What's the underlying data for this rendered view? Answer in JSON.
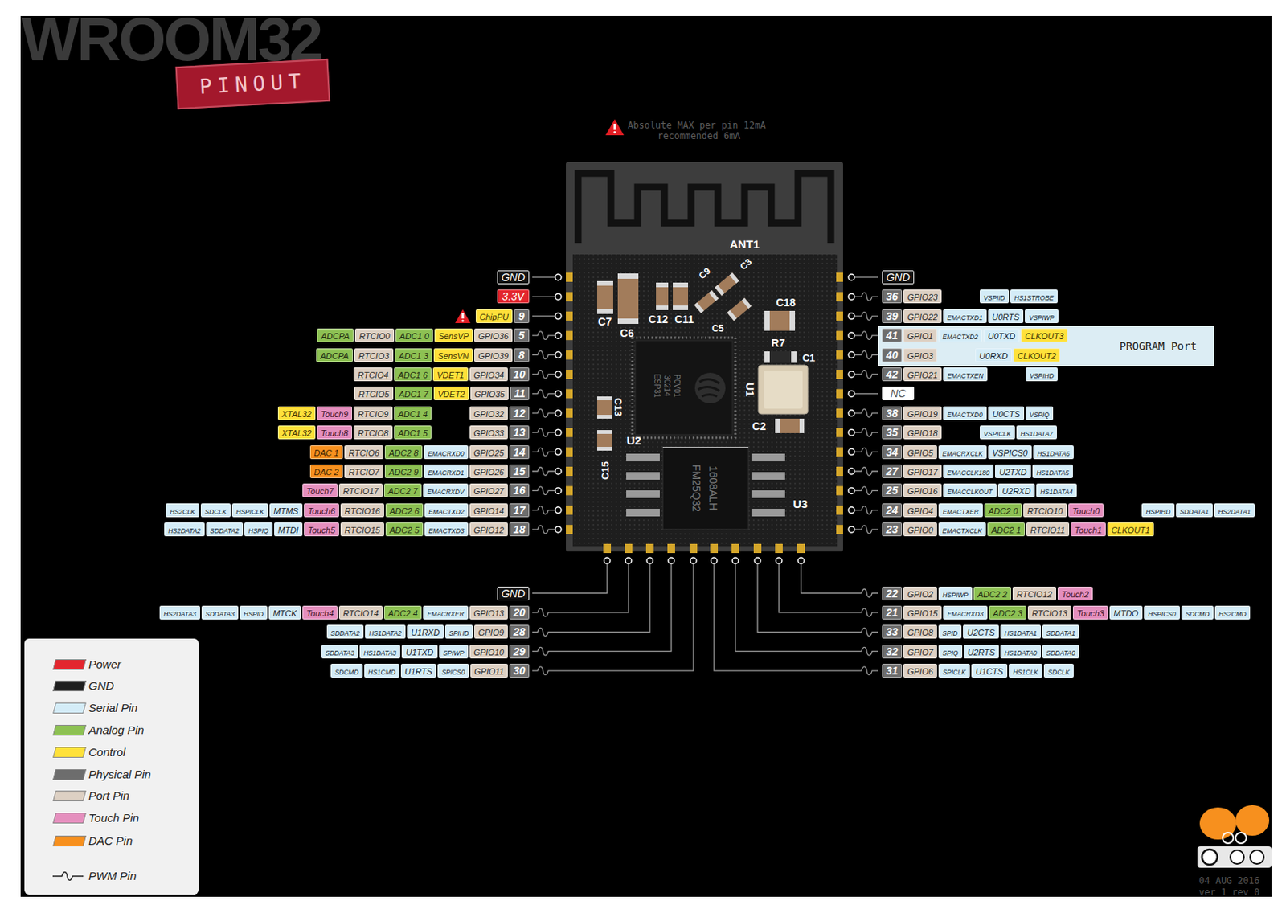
{
  "diagram": {
    "title": "WROOM32",
    "nodes": [
      {
        "text": [
          "PINOUT"
        ]
      },
      {
        "text": [
          "GND"
        ]
      },
      {
        "text": [
          "3.3V"
        ]
      },
      {
        "text": [
          "ChipPU"
        ]
      },
      {
        "text": [
          "9"
        ]
      },
      {
        "text": [
          "ADCPA"
        ]
      },
      {
        "text": [
          "RTCIO0"
        ]
      },
      {
        "text": [
          "ADC1 0"
        ]
      },
      {
        "text": [
          "SensVP"
        ]
      },
      {
        "text": [
          "GPIO36"
        ]
      },
      {
        "text": [
          "5"
        ]
      },
      {
        "text": [
          "ADCPA"
        ]
      },
      {
        "text": [
          "RTCIO3"
        ]
      },
      {
        "text": [
          "ADC1 3"
        ]
      },
      {
        "text": [
          "SensVN"
        ]
      },
      {
        "text": [
          "GPIO39"
        ]
      },
      {
        "text": [
          "8"
        ]
      },
      {
        "text": [
          "RTCIO4"
        ]
      },
      {
        "text": [
          "ADC1 6"
        ]
      },
      {
        "text": [
          "VDET1"
        ]
      },
      {
        "text": [
          "GPIO34"
        ]
      },
      {
        "text": [
          "10"
        ]
      },
      {
        "text": [
          "RTCIO5"
        ]
      },
      {
        "text": [
          "ADC1 7"
        ]
      },
      {
        "text": [
          "VDET2"
        ]
      },
      {
        "text": [
          "GPIO35"
        ]
      },
      {
        "text": [
          "11"
        ]
      },
      {
        "text": [
          "XTAL32"
        ]
      },
      {
        "text": [
          "Touch9"
        ]
      },
      {
        "text": [
          "RTCIO9"
        ]
      },
      {
        "text": [
          "ADC1 4"
        ]
      },
      {
        "text": [
          "GPIO32"
        ]
      },
      {
        "text": [
          "12"
        ]
      },
      {
        "text": [
          "XTAL32"
        ]
      },
      {
        "text": [
          "Touch8"
        ]
      },
      {
        "text": [
          "RTCIO8"
        ]
      },
      {
        "text": [
          "ADC1 5"
        ]
      },
      {
        "text": [
          "GPIO33"
        ]
      },
      {
        "text": [
          "13"
        ]
      },
      {
        "text": [
          "DAC 1"
        ]
      },
      {
        "text": [
          "RTCIO6"
        ]
      },
      {
        "text": [
          "ADC2 8"
        ]
      },
      {
        "text": [
          "EMACRXD0"
        ]
      },
      {
        "text": [
          "GPIO25"
        ]
      },
      {
        "text": [
          "14"
        ]
      },
      {
        "text": [
          "DAC 2"
        ]
      },
      {
        "text": [
          "RTCIO7"
        ]
      },
      {
        "text": [
          "ADC2 9"
        ]
      },
      {
        "text": [
          "EMACRXD1"
        ]
      },
      {
        "text": [
          "GPIO26"
        ]
      },
      {
        "text": [
          "15"
        ]
      },
      {
        "text": [
          "Touch7"
        ]
      },
      {
        "text": [
          "RTCIO17"
        ]
      },
      {
        "text": [
          "ADC2 7"
        ]
      },
      {
        "text": [
          "EMACRXDV"
        ]
      },
      {
        "text": [
          "GPIO27"
        ]
      },
      {
        "text": [
          "16"
        ]
      },
      {
        "text": [
          "HS2CLK"
        ]
      },
      {
        "text": [
          "SDCLK"
        ]
      },
      {
        "text": [
          "HSPICLK"
        ]
      },
      {
        "text": [
          "MTMS"
        ]
      },
      {
        "text": [
          "Touch6"
        ]
      },
      {
        "text": [
          "RTCIO16"
        ]
      },
      {
        "text": [
          "ADC2 6"
        ]
      },
      {
        "text": [
          "EMACTXD2"
        ]
      },
      {
        "text": [
          "GPIO14"
        ]
      },
      {
        "text": [
          "17"
        ]
      },
      {
        "text": [
          "HS2DATA2"
        ]
      },
      {
        "text": [
          "SDDATA2"
        ]
      },
      {
        "text": [
          "HSPIQ"
        ]
      },
      {
        "text": [
          "MTDI"
        ]
      },
      {
        "text": [
          "Touch5"
        ]
      },
      {
        "text": [
          "RTCIO15"
        ]
      },
      {
        "text": [
          "ADC2 5"
        ]
      },
      {
        "text": [
          "EMACTXD3"
        ]
      },
      {
        "text": [
          "GPIO12"
        ]
      },
      {
        "text": [
          "18"
        ]
      },
      {
        "text": [
          "GND"
        ]
      },
      {
        "text": [
          "36"
        ]
      },
      {
        "text": [
          "GPIO23"
        ]
      },
      {
        "text": [
          "VSPIID"
        ]
      },
      {
        "text": [
          "HS1STROBE"
        ]
      },
      {
        "text": [
          "39"
        ]
      },
      {
        "text": [
          "GPIO22"
        ]
      },
      {
        "text": [
          "EMACTXD1"
        ]
      },
      {
        "text": [
          "U0RTS"
        ]
      },
      {
        "text": [
          "VSPIWP"
        ]
      },
      {
        "text": [
          "PROGRAM Port"
        ]
      },
      {
        "text": [
          "41"
        ],
        "in": 87
      },
      {
        "text": [
          "GPIO1"
        ],
        "in": 87
      },
      {
        "text": [
          "EMACTXD2"
        ],
        "in": 87
      },
      {
        "text": [
          "U0TXD"
        ],
        "in": 87
      },
      {
        "text": [
          "CLKOUT3"
        ],
        "in": 87
      },
      {
        "text": [
          "40"
        ],
        "in": 87
      },
      {
        "text": [
          "GPIO3"
        ],
        "in": 87
      },
      {
        "text": [
          "U0RXD"
        ],
        "in": 87
      },
      {
        "text": [
          "CLKOUT2"
        ],
        "in": 87
      },
      {
        "text": [
          "42"
        ]
      },
      {
        "text": [
          "GPIO21"
        ]
      },
      {
        "text": [
          "EMACTXEN"
        ]
      },
      {
        "text": [
          "VSPIHD"
        ]
      },
      {
        "text": [
          "NC"
        ]
      },
      {
        "text": [
          "38"
        ]
      },
      {
        "text": [
          "GPIO19"
        ]
      },
      {
        "text": [
          "EMACTXD0"
        ]
      },
      {
        "text": [
          "U0CTS"
        ]
      },
      {
        "text": [
          "VSPIQ"
        ]
      },
      {
        "text": [
          "35"
        ]
      },
      {
        "text": [
          "GPIO18"
        ]
      },
      {
        "text": [
          "VSPICLK"
        ]
      },
      {
        "text": [
          "HS1DATA7"
        ]
      },
      {
        "text": [
          "34"
        ]
      },
      {
        "text": [
          "GPIO5"
        ]
      },
      {
        "text": [
          "EMACRXCLK"
        ]
      },
      {
        "text": [
          "VSPICS0"
        ]
      },
      {
        "text": [
          "HS1DATA6"
        ]
      },
      {
        "text": [
          "27"
        ]
      },
      {
        "text": [
          "GPIO17"
        ]
      },
      {
        "text": [
          "EMACCLK180"
        ]
      },
      {
        "text": [
          "U2TXD"
        ]
      },
      {
        "text": [
          "HS1DATA5"
        ]
      },
      {
        "text": [
          "25"
        ]
      },
      {
        "text": [
          "GPIO16"
        ]
      },
      {
        "text": [
          "EMACCLKOUT"
        ]
      },
      {
        "text": [
          "U2RXD"
        ]
      },
      {
        "text": [
          "HS1DATA4"
        ]
      },
      {
        "text": [
          "24"
        ]
      },
      {
        "text": [
          "GPIO4"
        ]
      },
      {
        "text": [
          "EMACTXER"
        ]
      },
      {
        "text": [
          "ADC2 0"
        ]
      },
      {
        "text": [
          "RTCIO10"
        ]
      },
      {
        "text": [
          "Touch0"
        ]
      },
      {
        "text": [
          "HSPIHD"
        ]
      },
      {
        "text": [
          "SDDATA1"
        ]
      },
      {
        "text": [
          "HS2DATA1"
        ]
      },
      {
        "text": [
          "23"
        ]
      },
      {
        "text": [
          "GPIO0"
        ]
      },
      {
        "text": [
          "EMACTXCLK"
        ]
      },
      {
        "text": [
          "ADC2 1"
        ]
      },
      {
        "text": [
          "RTCIO11"
        ]
      },
      {
        "text": [
          "Touch1"
        ]
      },
      {
        "text": [
          "CLKOUT1"
        ]
      },
      {
        "text": [
          "GND"
        ]
      },
      {
        "text": [
          "HS2DATA3"
        ]
      },
      {
        "text": [
          "SDDATA3"
        ]
      },
      {
        "text": [
          "HSPID"
        ]
      },
      {
        "text": [
          "MTCK"
        ]
      },
      {
        "text": [
          "Touch4"
        ]
      },
      {
        "text": [
          "RTCIO14"
        ]
      },
      {
        "text": [
          "ADC2 4"
        ]
      },
      {
        "text": [
          "EMACRXER"
        ]
      },
      {
        "text": [
          "GPIO13"
        ]
      },
      {
        "text": [
          "20"
        ]
      },
      {
        "text": [
          "SDDATA2"
        ]
      },
      {
        "text": [
          "HS1DATA2"
        ]
      },
      {
        "text": [
          "U1RXD"
        ]
      },
      {
        "text": [
          "SPIHD"
        ]
      },
      {
        "text": [
          "GPIO9"
        ]
      },
      {
        "text": [
          "28"
        ]
      },
      {
        "text": [
          "SDDATA3"
        ]
      },
      {
        "text": [
          "HS1DATA3"
        ]
      },
      {
        "text": [
          "U1TXD"
        ]
      },
      {
        "text": [
          "SPIWP"
        ]
      },
      {
        "text": [
          "GPIO10"
        ]
      },
      {
        "text": [
          "29"
        ]
      },
      {
        "text": [
          "SDCMD"
        ]
      },
      {
        "text": [
          "HS1CMD"
        ]
      },
      {
        "text": [
          "U1RTS"
        ]
      },
      {
        "text": [
          "SPICS0"
        ]
      },
      {
        "text": [
          "GPIO11"
        ]
      },
      {
        "text": [
          "30"
        ]
      },
      {
        "text": [
          "22"
        ]
      },
      {
        "text": [
          "GPIO2"
        ]
      },
      {
        "text": [
          "HSPIWP"
        ]
      },
      {
        "text": [
          "ADC2 2"
        ]
      },
      {
        "text": [
          "RTCIO12"
        ]
      },
      {
        "text": [
          "Touch2"
        ]
      },
      {
        "text": [
          "21"
        ]
      },
      {
        "text": [
          "GPIO15"
        ]
      },
      {
        "text": [
          "EMACRXD3"
        ]
      },
      {
        "text": [
          "ADC2 3"
        ]
      },
      {
        "text": [
          "RTCIO13"
        ]
      },
      {
        "text": [
          "Touch3"
        ]
      },
      {
        "text": [
          "MTDO"
        ]
      },
      {
        "text": [
          "HSPICS0"
        ]
      },
      {
        "text": [
          "SDCMD"
        ]
      },
      {
        "text": [
          "HS2CMD"
        ]
      },
      {
        "text": [
          "33"
        ]
      },
      {
        "text": [
          "GPIO8"
        ]
      },
      {
        "text": [
          "SPID"
        ]
      },
      {
        "text": [
          "U2CTS"
        ]
      },
      {
        "text": [
          "HS1DATA1"
        ]
      },
      {
        "text": [
          "SDDATA1"
        ]
      },
      {
        "text": [
          "32"
        ]
      },
      {
        "text": [
          "GPIO7"
        ]
      },
      {
        "text": [
          "SPIQ"
        ]
      },
      {
        "text": [
          "U2RTS"
        ]
      },
      {
        "text": [
          "HS1DATA0"
        ]
      },
      {
        "text": [
          "SDDATA0"
        ]
      },
      {
        "text": [
          "31"
        ]
      },
      {
        "text": [
          "GPIO6"
        ]
      },
      {
        "text": [
          "SPICLK"
        ]
      },
      {
        "text": [
          "U1CTS"
        ]
      },
      {
        "text": [
          "HS1CLK"
        ]
      },
      {
        "text": [
          "SDCLK"
        ]
      }
    ],
    "labels": [
      "Absolute MAX per pin 12mA",
      "recommended 6mA",
      "ANT1",
      "C7",
      "C6",
      "C12",
      "C11",
      "C9",
      "C3",
      "C5",
      "C18",
      "R7",
      "C1",
      "C2",
      "U1",
      "C13",
      "U2",
      "C15",
      "U3",
      "ESP31",
      "30214",
      "P0V01",
      "FM25Q32",
      "1608ALH",
      "04 AUG 2016",
      "ver 1 rev 0"
    ],
    "legend": [
      {
        "text": "Power",
        "color": "#e3262e"
      },
      {
        "text": "GND",
        "color": "#1e1e1e"
      },
      {
        "text": "Serial Pin",
        "color": "#d4ecf7"
      },
      {
        "text": "Analog Pin",
        "color": "#8dc153"
      },
      {
        "text": "Control",
        "color": "#ffe13a"
      },
      {
        "text": "Physical Pin",
        "color": "#6d6d6d"
      },
      {
        "text": "Port Pin",
        "color": "#ddd0c3"
      },
      {
        "text": "Touch Pin",
        "color": "#e58fbe"
      },
      {
        "text": "DAC Pin",
        "color": "#f7901e"
      },
      {
        "text": "PWM Pin"
      }
    ]
  }
}
